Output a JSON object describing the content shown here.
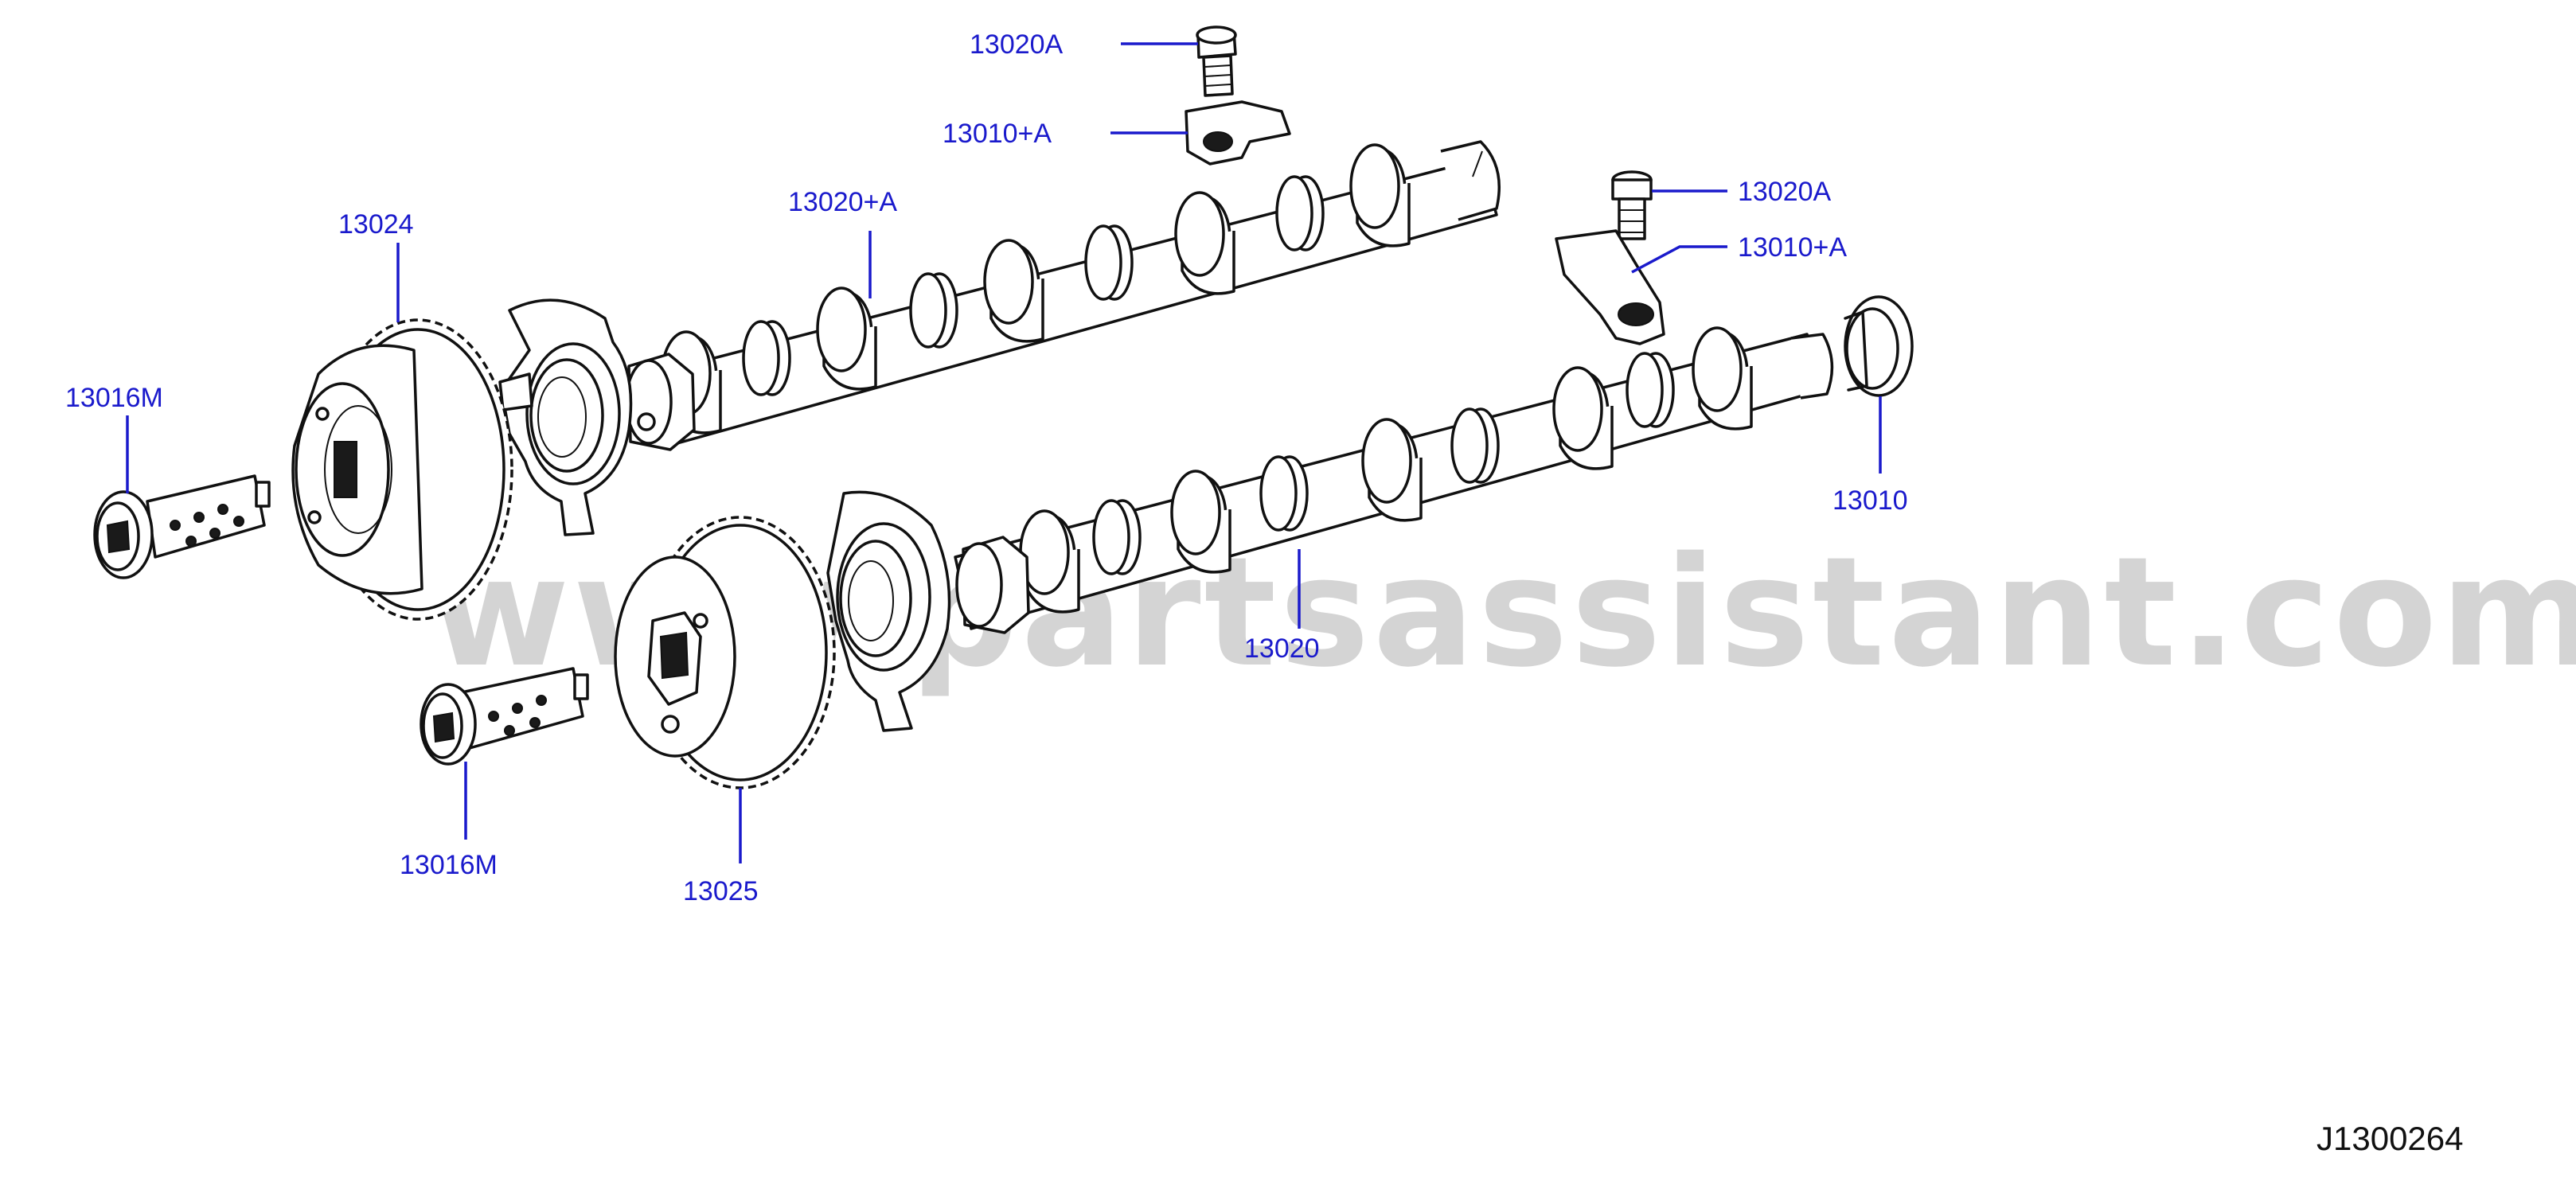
{
  "colors": {
    "label": "#1a1acc",
    "leader": "#1a1acc",
    "ink": "#111111",
    "watermark": "#d4d4d4"
  },
  "watermark": "www.partsassistant.com",
  "diagram_code": "J1300264",
  "callouts": {
    "bolt_top_a": "13020A",
    "bracket_top_a": "13010+A",
    "bolt_right_a": "13020A",
    "bracket_right_a": "13010+A",
    "camshaft_upper": "13020+A",
    "sprocket_upper": "13024",
    "solenoid_upper": "13016M",
    "seal_right": "13010",
    "camshaft_lower": "13020",
    "solenoid_lower": "13016M",
    "sprocket_lower": "13025"
  }
}
